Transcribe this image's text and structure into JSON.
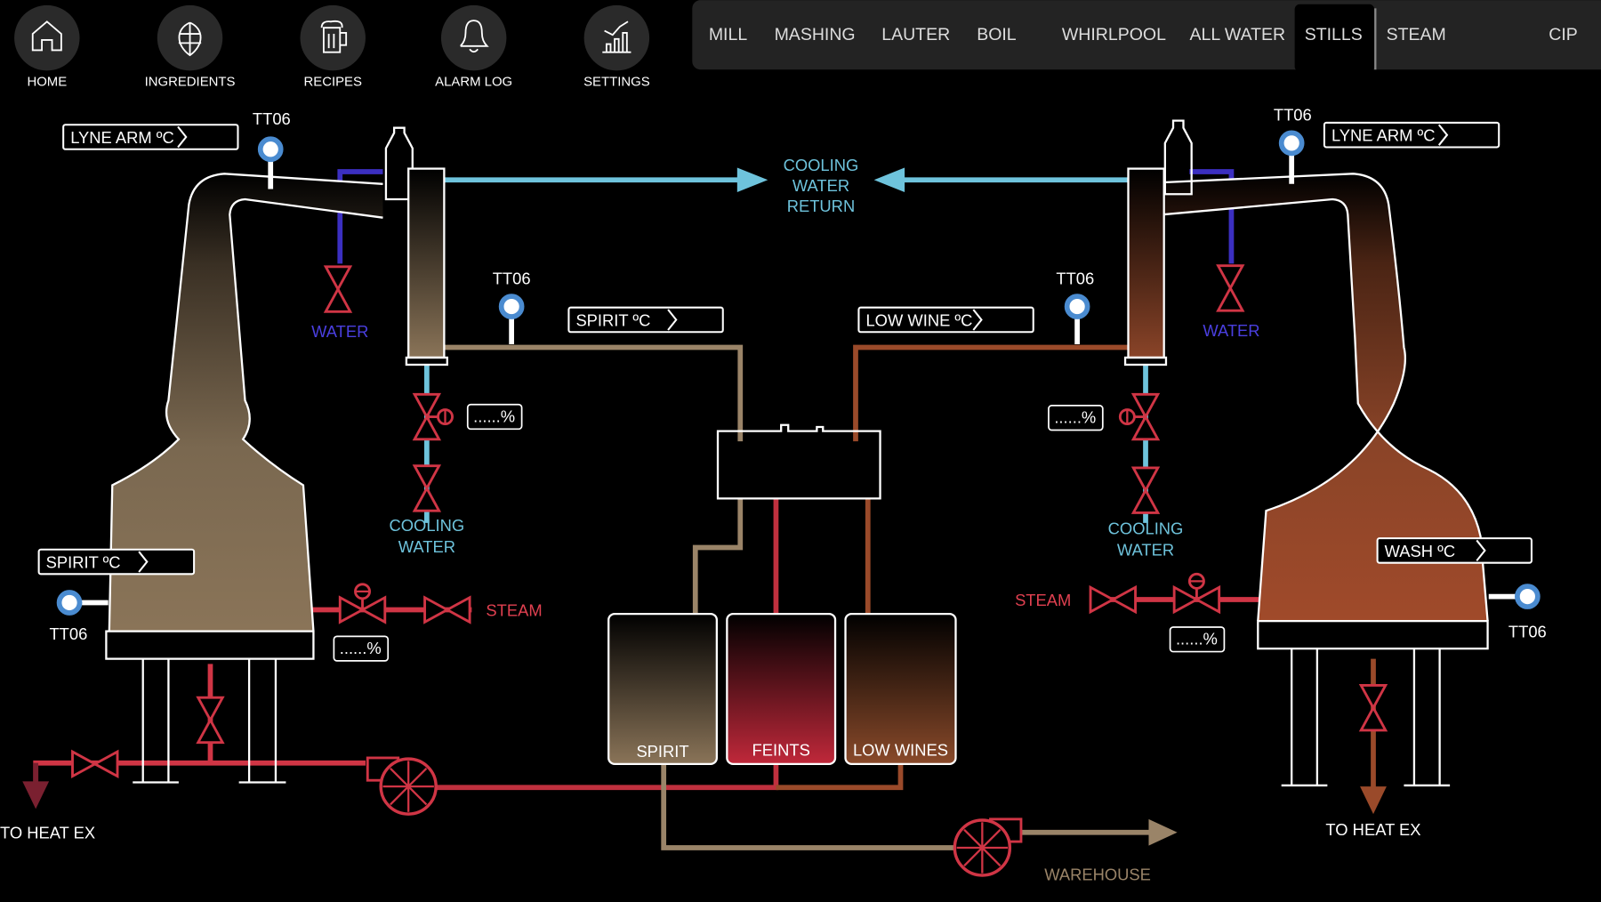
{
  "nav": [
    {
      "label": "HOME",
      "icon": "home-icon"
    },
    {
      "label": "INGREDIENTS",
      "icon": "hop-icon"
    },
    {
      "label": "RECIPES",
      "icon": "beer-mug-icon"
    },
    {
      "label": "ALARM LOG",
      "icon": "bell-icon"
    },
    {
      "label": "SETTINGS",
      "icon": "chart-settings-icon"
    }
  ],
  "tabs": [
    "MILL",
    "MASHING",
    "LAUTER",
    "BOIL",
    "WHIRLPOOL",
    "ALL WATER",
    "STILLS",
    "STEAM",
    "CIP"
  ],
  "active_tab": "STILLS",
  "diagram": {
    "sensor_tag": "TT06",
    "left_lyne_arm": "LYNE ARM ºC",
    "right_lyne_arm": "LYNE ARM ºC",
    "spirit_out": "SPIRIT ºC",
    "low_wine_out": "LOW WINE ºC",
    "left_still_temp": "SPIRIT ºC",
    "right_still_temp": "WASH ºC",
    "cooling_return": [
      "COOLING",
      "WATER",
      "RETURN"
    ],
    "cooling_water": [
      "COOLING",
      "WATER"
    ],
    "water": "WATER",
    "steam": "STEAM",
    "percent": "......%",
    "tanks": [
      "SPIRIT",
      "FEINTS",
      "LOW WINES"
    ],
    "to_heat_ex": "TO HEAT EX",
    "warehouse": "WAREHOUSE"
  },
  "colors": {
    "cooling": "#6ec3dc",
    "water": "#3b2fc0",
    "steam": "#d03545",
    "spirit": "#9a8468",
    "low_wine": "#9a4a2a"
  }
}
